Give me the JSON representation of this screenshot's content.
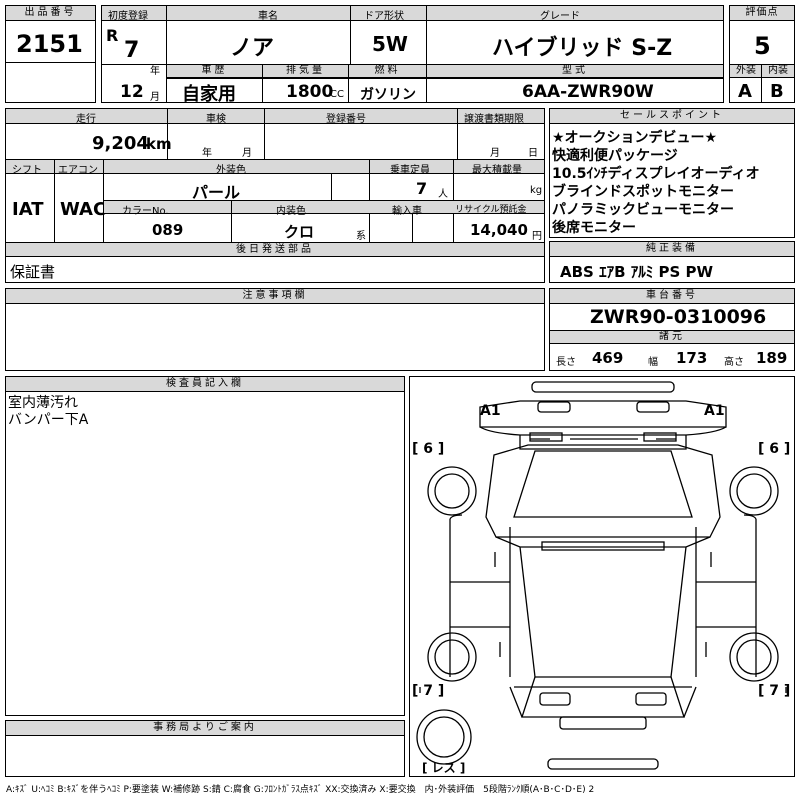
{
  "top": {
    "lot_label": "出品番号",
    "lot_no": "2151",
    "first_reg_label": "初度登録",
    "era": "R",
    "year": "7",
    "year_unit": "年",
    "month": "12",
    "month_unit": "月",
    "car_name_label": "車名",
    "car_name": "ノア",
    "door_label": "ドア形状",
    "door": "5W",
    "grade_label": "グレード",
    "grade": "ハイブリッド S-Z",
    "score_label": "評価点",
    "score": "5",
    "history_label": "車歴",
    "history": "自家用",
    "displacement_label": "排気量",
    "displacement": "1800",
    "displacement_unit": "CC",
    "fuel_label": "燃料",
    "fuel": "ガソリン",
    "model_label": "型式",
    "model": "6AA-ZWR90W",
    "ext_label": "外装",
    "ext_grade": "A",
    "int_label": "内装",
    "int_grade": "B"
  },
  "mid": {
    "mileage_label": "走行",
    "mileage": "9,204",
    "mileage_unit": "km",
    "inspection_label": "車検",
    "inspection_year_unit": "年",
    "inspection_month_unit": "月",
    "regno_label": "登録番号",
    "transfer_label": "譲渡書類期限",
    "transfer_month_unit": "月",
    "transfer_day_unit": "日",
    "shift_label": "シフト",
    "shift": "IAT",
    "ac_label": "エアコン",
    "ac": "WAC",
    "color_label": "外装色",
    "color": "パール",
    "capacity_label": "乗車定員",
    "capacity": "7",
    "capacity_unit": "人",
    "load_label": "最大積載量",
    "load_unit": "kg",
    "color_no_label": "カラーNo.",
    "color_no": "089",
    "int_color_label": "内装色",
    "int_color": "クロ",
    "int_color_unit": "系",
    "import_label": "輸入車",
    "recycle_label": "リサイクル預託金",
    "recycle": "14,040",
    "recycle_unit": "円",
    "later_label": "後日発送部品",
    "later": "保証書"
  },
  "sales": {
    "label": "セールスポイント",
    "points": [
      "★オークションデビュー★",
      "快適利便パッケージ",
      "10.5ｲﾝﾁディスプレイオーディオ",
      "ブラインドスポットモニター",
      "パノラミックビューモニター",
      "後席モニター"
    ]
  },
  "equip": {
    "label": "純正装備",
    "value": "ABS ｴｱB ｱﾙﾐ PS PW"
  },
  "notes": {
    "label": "注意事項欄"
  },
  "chassis": {
    "label": "車台番号",
    "value": "ZWR90-0310096"
  },
  "specs": {
    "label": "諸元",
    "len_label": "長さ",
    "len": "469",
    "wid_label": "幅",
    "wid": "173",
    "hgt_label": "高さ",
    "hgt": "189"
  },
  "inspector": {
    "label": "検査員記入欄",
    "lines": [
      "室内薄汚れ",
      "バンパー下A"
    ]
  },
  "office": {
    "label": "事務局よりご案内"
  },
  "diagram": {
    "a1_left": "A1",
    "a1_right": "A1",
    "tire_fl": "[ 6 ]",
    "tire_fr": "[ 6 ]",
    "tire_rl": "[ 7 ]",
    "tire_rr": "[ 7 ]",
    "spare": "[ レス ]"
  },
  "legend": "A:ｷｽﾞ U:ﾍｺﾐ B:ｷｽﾞを伴うﾍｺﾐ P:要塗装 W:補修跡 S:錆 C:腐食 G:ﾌﾛﾝﾄｶﾞﾗｽ点ｷｽﾞ XX:交換済み X:要交換　内･外装評価　5段階ﾗﾝｸ順(A･B･C･D･E) 2"
}
